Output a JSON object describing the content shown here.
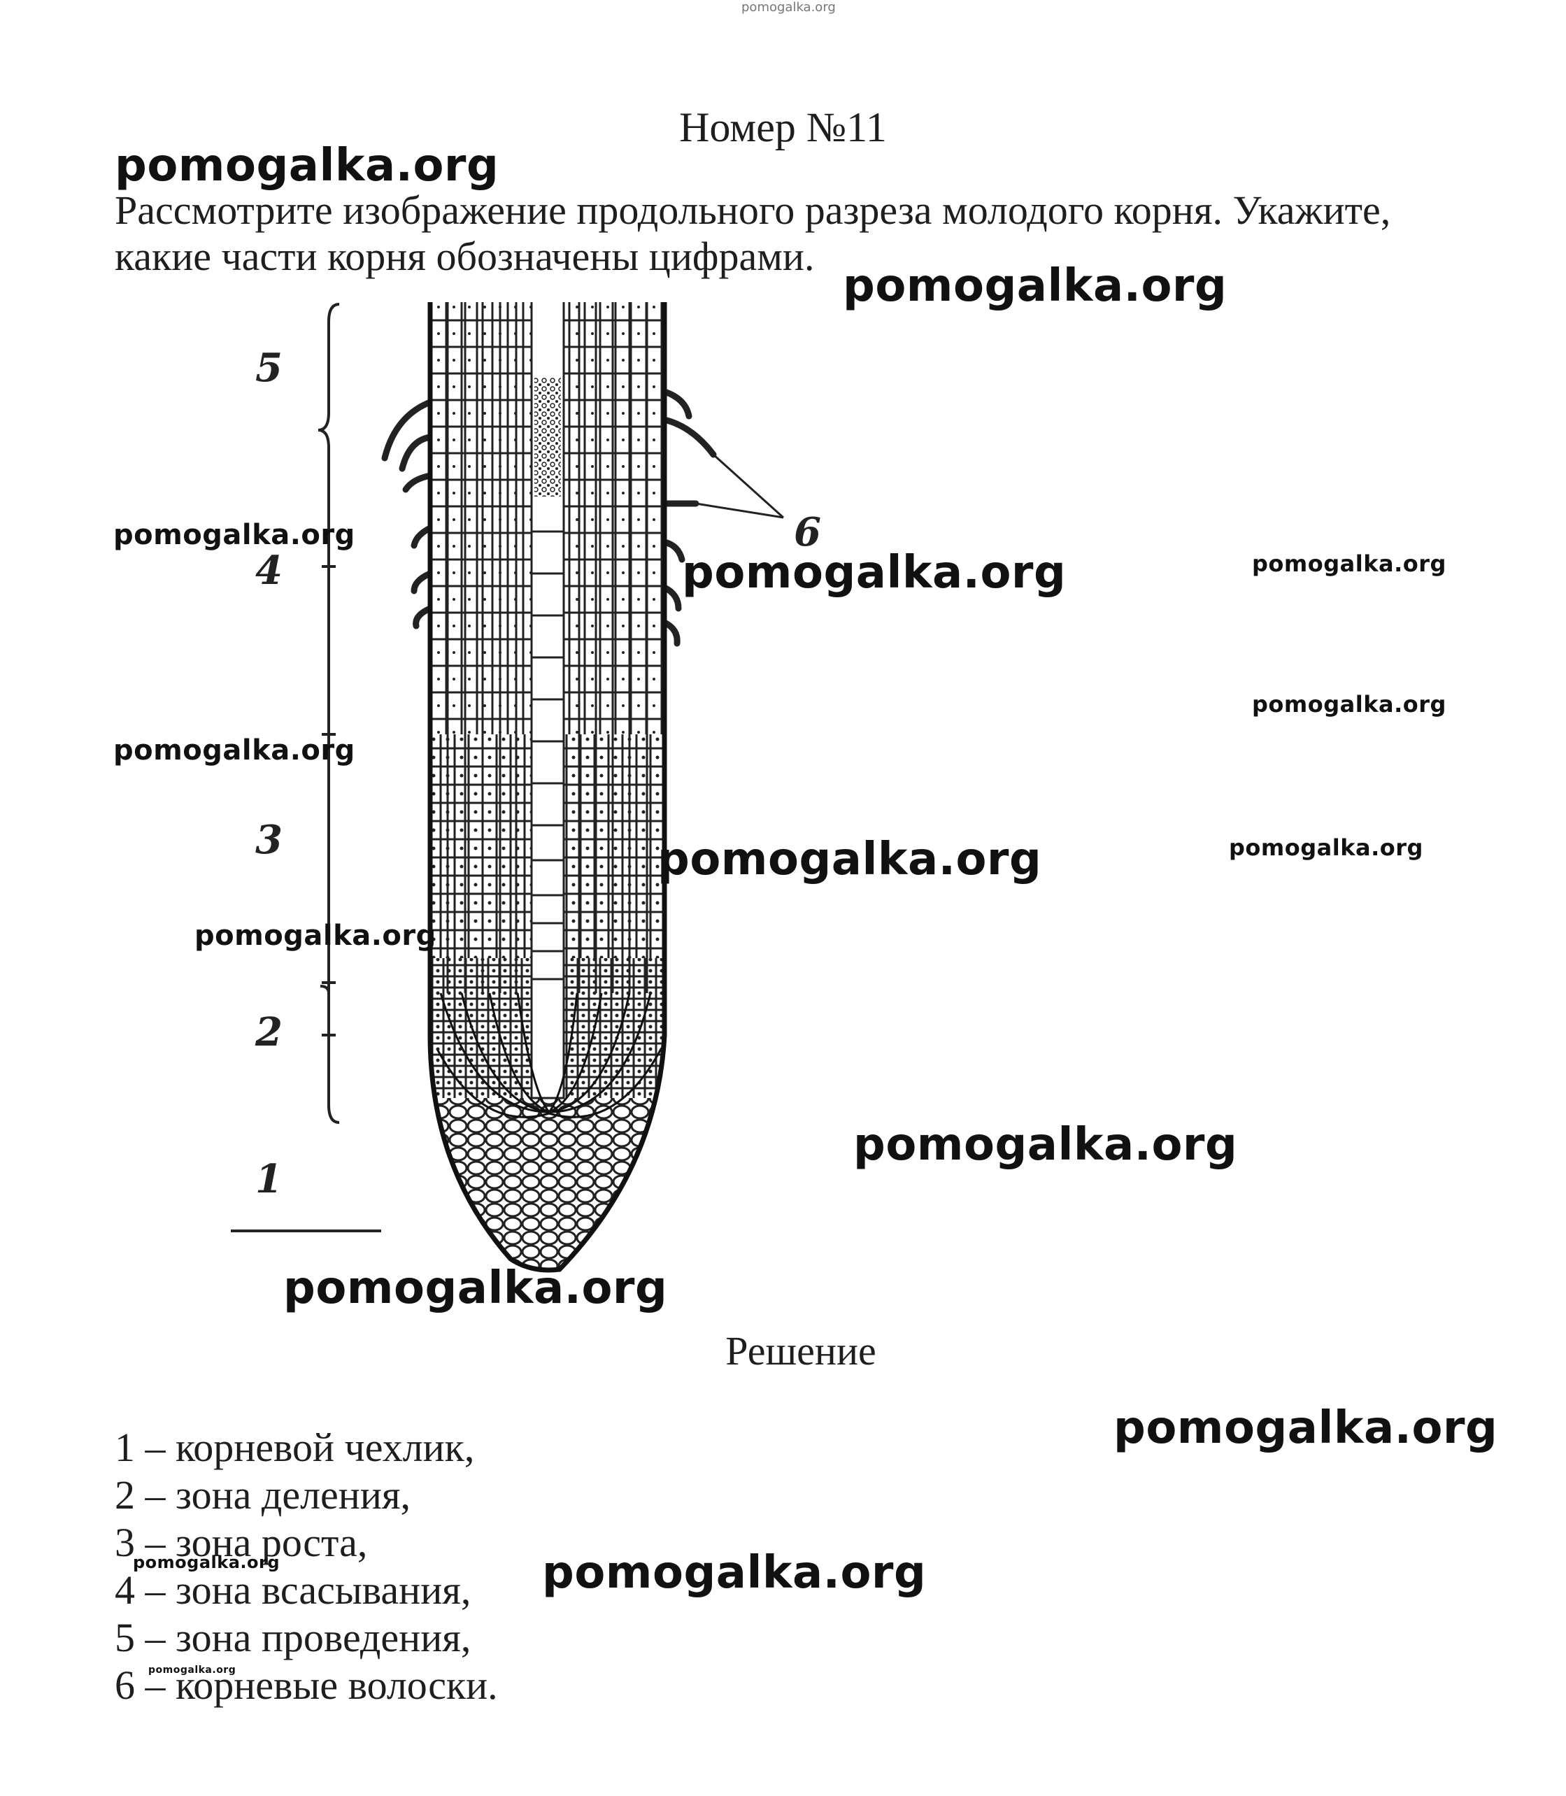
{
  "header": {
    "title": "Номер №11"
  },
  "task": {
    "text": "Рассмотрите изображение продольного разреза молодого корня. Укажите, какие части корня обозначены цифрами."
  },
  "figure": {
    "labels": [
      "1",
      "2",
      "3",
      "4",
      "5",
      "6"
    ]
  },
  "solution": {
    "title": "Решение",
    "answers": [
      "1 – корневой чехлик,",
      "2 – зона деления,",
      "3 – зона роста,",
      "4 – зона всасывания,",
      "5 – зона проведения,",
      "6 – корневые волоски."
    ]
  },
  "watermark": {
    "text": "pomogalka.org"
  }
}
